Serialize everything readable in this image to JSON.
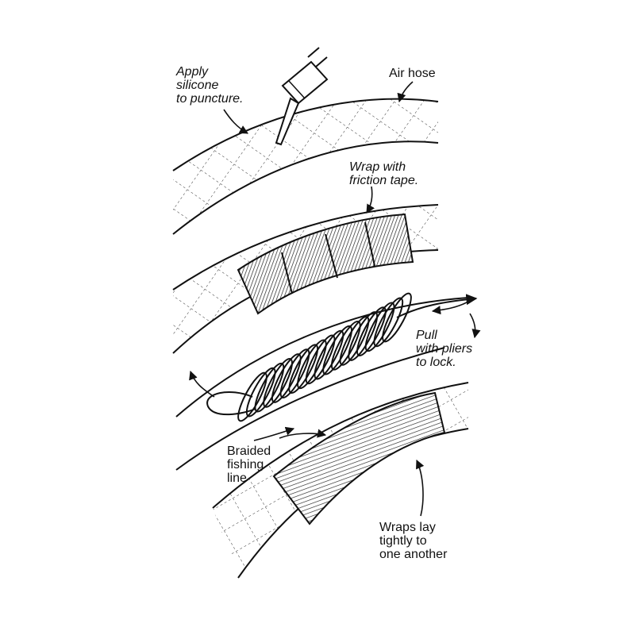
{
  "labels": {
    "apply_silicone": [
      "Apply",
      "silicone",
      "to puncture."
    ],
    "air_hose": "Air hose",
    "wrap_tape": [
      "Wrap with",
      "friction tape."
    ],
    "pull_pliers": [
      "Pull",
      "with pliers",
      "to lock."
    ],
    "braided_line": [
      "Braided",
      "fishing",
      "line"
    ],
    "wraps_lay": [
      "Wraps lay",
      "tightly to",
      "one another"
    ]
  }
}
